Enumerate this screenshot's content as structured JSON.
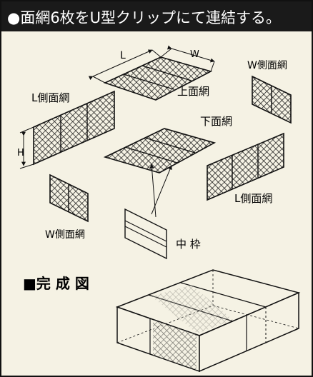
{
  "header": {
    "title": "●面網6枚をU型クリップにて連結する。"
  },
  "labels": {
    "dim_L": "L",
    "dim_W": "W",
    "dim_H": "H",
    "top_panel": "上面網",
    "bottom_panel": "下面網",
    "w_side_right": "W側面網",
    "w_side_left": "W側面網",
    "l_side_left": "L側面網",
    "l_side_right": "L側面網",
    "middle_frame": "中 枠"
  },
  "completed": {
    "heading": "■完 成 図"
  },
  "colors": {
    "header_bg": "#1a1a1a",
    "header_text": "#ffffff",
    "background": "#f5f2e4",
    "line": "#111111"
  }
}
